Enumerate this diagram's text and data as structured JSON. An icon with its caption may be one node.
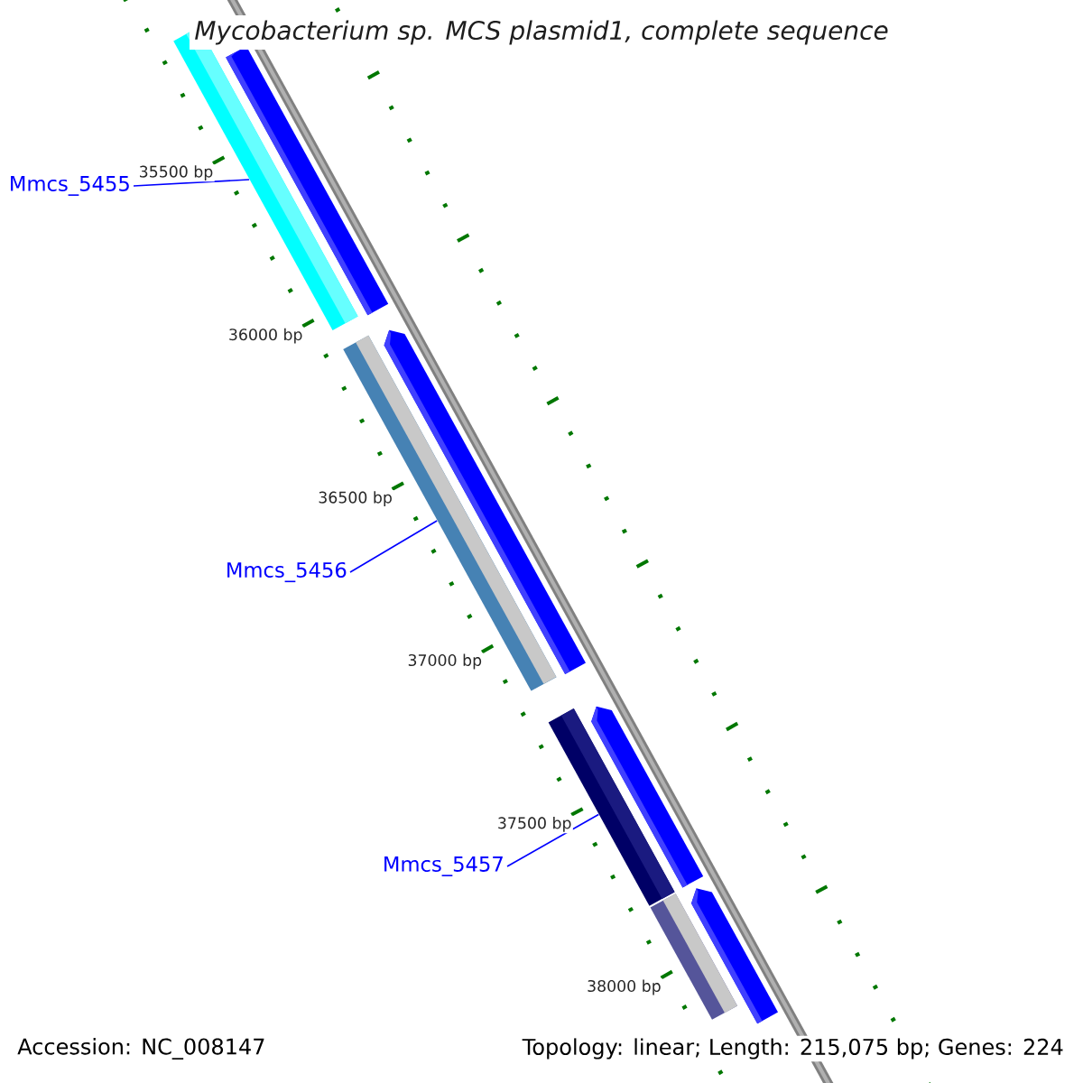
{
  "diagram": {
    "title": "Mycobacterium sp. MCS plasmid1, complete sequence",
    "nodes": [
      {
        "text": [
          "Mmcs_5455"
        ]
      },
      {
        "text": [
          "Mmcs_5456"
        ]
      },
      {
        "text": [
          "Mmcs_5457"
        ]
      },
      {
        "text": [],
        "shape": "bar"
      },
      {
        "text": [],
        "shape": "arrow"
      },
      {
        "text": [],
        "shape": "bar"
      },
      {
        "text": [],
        "shape": "arrow"
      },
      {
        "text": [],
        "shape": "bar"
      },
      {
        "text": [],
        "shape": "arrow"
      },
      {
        "text": [],
        "shape": "bar"
      },
      {
        "text": [],
        "shape": "arrow"
      }
    ],
    "edges": [
      {
        "from": 0,
        "to": 3,
        "arrow": "none"
      },
      {
        "from": 1,
        "to": 5,
        "arrow": "none"
      },
      {
        "from": 2,
        "to": 7,
        "arrow": "none"
      }
    ],
    "labels": [
      "35500 bp",
      "36000 bp",
      "36500 bp",
      "37000 bp",
      "37500 bp",
      "38000 bp",
      "Accession: NC_008147",
      "Topology: linear; Length: 215,075 bp; Genes: 224"
    ]
  }
}
